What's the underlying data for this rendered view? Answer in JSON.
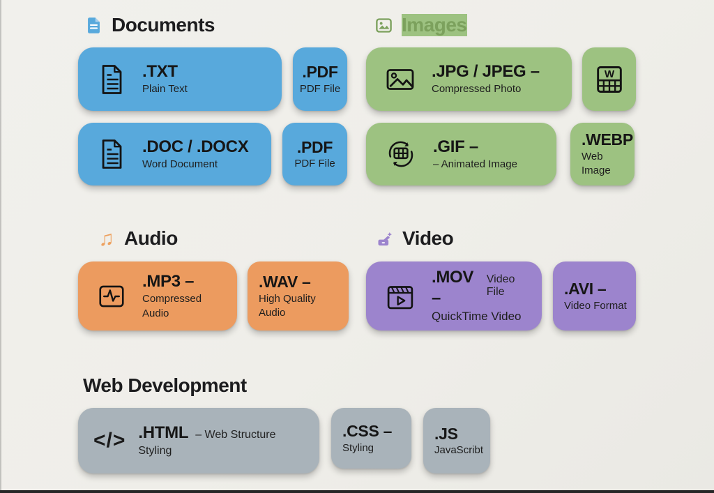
{
  "colors": {
    "background": "#efeee9",
    "documents_accent": "#58a9dc",
    "images_accent": "#9dc281",
    "images_title_green": "#7ca15d",
    "audio_accent": "#ec9b5f",
    "video_accent": "#9c84cd",
    "web_accent": "#a9b3ba",
    "heading_text": "#1d1d1f",
    "card_text": "#161616"
  },
  "icons": {
    "documents_header": "document-icon",
    "images_header": "image-icon",
    "audio_header": "music-note-icon",
    "audio_glyph": "♫",
    "video_header": "video-camera-icon",
    "file_lines": "file-lines-icon",
    "picture": "picture-icon",
    "word_table": "word-table-icon",
    "gif_loop": "loop-grid-icon",
    "waveform": "waveform-icon",
    "clapperboard": "clapperboard-icon",
    "code_glyph": "</>"
  },
  "sections": {
    "documents": {
      "title": "Documents",
      "cards": {
        "txt": {
          "ext": ".TXT",
          "desc": "Plain Text"
        },
        "pdf1": {
          "ext": ".PDF",
          "desc": "PDF File"
        },
        "doc": {
          "ext": ".DOC / .DOCX",
          "desc": "Word Document"
        },
        "pdf2": {
          "ext": ".PDF",
          "desc": "PDF File"
        }
      }
    },
    "images": {
      "title": "Images",
      "cards": {
        "jpg": {
          "ext": ".JPG / JPEG –",
          "desc": "Compressed Photo"
        },
        "gif": {
          "ext": ".GIF –",
          "desc": "– Animated Image"
        },
        "webp": {
          "ext": ".WEBP",
          "desc": "Web Image"
        }
      }
    },
    "audio": {
      "title": "Audio",
      "cards": {
        "mp3": {
          "ext": ".MP3 –",
          "desc": "Compressed Audio"
        },
        "wav": {
          "ext": ".WAV –",
          "desc": "High Quality Audio"
        }
      }
    },
    "video": {
      "title": "Video",
      "cards": {
        "mov": {
          "ext": ".MOV –",
          "ext_note": "Video File",
          "desc": "QuickTime Video"
        },
        "avi": {
          "ext": ".AVI –",
          "desc": "Video Format"
        }
      }
    },
    "web": {
      "title": "Web Development",
      "cards": {
        "html": {
          "ext": ".HTML",
          "ext_note": "– Web Structure",
          "desc": "Styling"
        },
        "css": {
          "ext": ".CSS –",
          "desc": "Styling"
        },
        "js": {
          "ext": ".JS",
          "desc": "JavaScribt"
        }
      }
    }
  }
}
